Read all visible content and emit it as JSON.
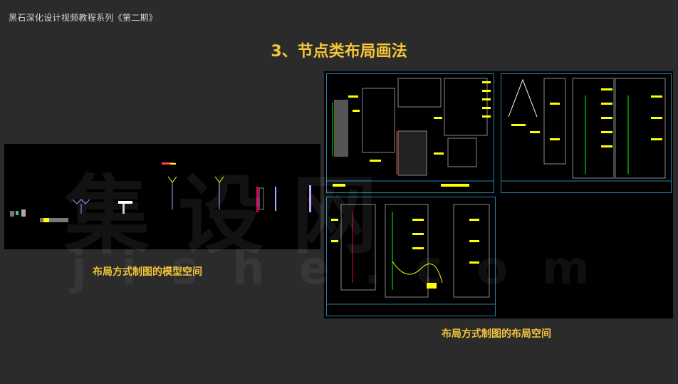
{
  "header": {
    "series_title": "黑石深化设计视频教程系列《第二期》"
  },
  "slide": {
    "title": "3、节点类布局画法"
  },
  "captions": {
    "model_space": "布局方式制图的模型空间",
    "layout_space": "布局方式制图的布局空间"
  },
  "watermark": {
    "text": "集设网",
    "url": "jishe.com"
  },
  "colors": {
    "background": "#2b2b2b",
    "accent": "#f3c53a",
    "cad_background": "#000000",
    "sheet_border": "#2a7fa8",
    "cad_yellow": "#ffff00"
  }
}
